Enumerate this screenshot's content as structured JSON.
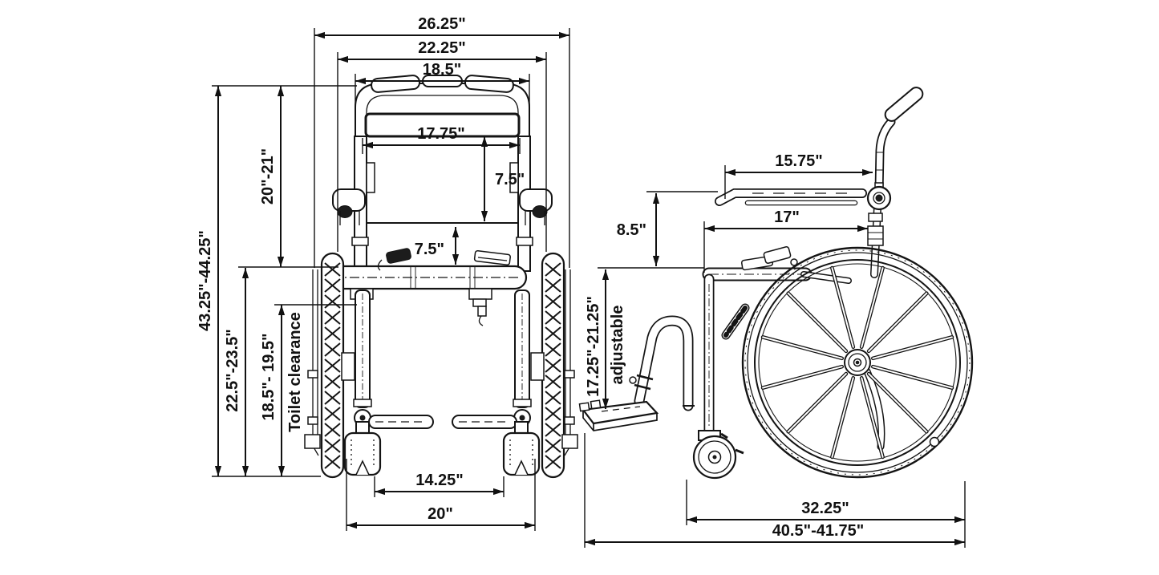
{
  "colors": {
    "background": "#ffffff",
    "ink": "#141414"
  },
  "dims": {
    "front": {
      "overall_width": "26.25\"",
      "outer_width": "22.25\"",
      "handle_width": "18.5\"",
      "overall_height": "43.25\"-44.25\"",
      "backrest_height_range": "20\"-21\"",
      "seat_height": "22.5\"-23.5\"",
      "toilet_clearance_range": "18.5\"- 19.5\"",
      "toilet_clearance_label": "Toilet clearance",
      "backrest_width": "17.75\"",
      "backrest_depth": "7.5\"",
      "seat_opening": "7.5\"",
      "caster_track": "14.25\"",
      "base_width": "20\""
    },
    "side": {
      "armrest_length": "15.75\"",
      "seat_depth": "17\"",
      "armrest_height": "8.5\"",
      "footrest_height_range": "17.25\"-21.25\"",
      "footrest_note": "adjustable",
      "rear_section_length": "32.25\"",
      "overall_length": "40.5\"-41.75\""
    }
  }
}
